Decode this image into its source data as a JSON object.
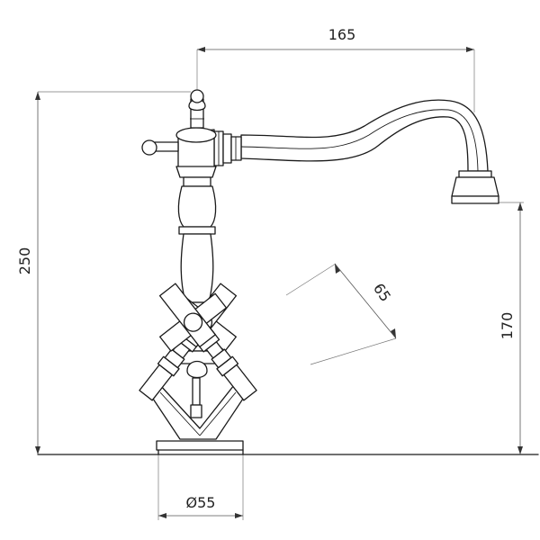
{
  "dimensions": {
    "spout_reach": "165",
    "total_height": "250",
    "spout_height": "170",
    "handle_size": "65",
    "base_diameter": "Ø55"
  }
}
